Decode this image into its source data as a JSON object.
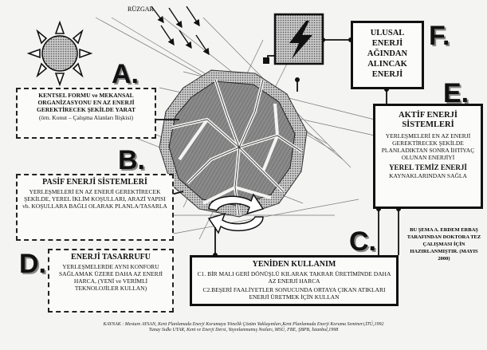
{
  "wind_label": "RÜZGAR",
  "box_a": {
    "letter": "A.",
    "title": "KENTSEL FORMU ve MEKANSAL ORGANİZASYONU EN AZ ENERJİ GEREKTİRECEK ŞEKİLDE YARAT",
    "subtitle": "(örn. Konut – Çalışma Alanları İlişkisi)"
  },
  "box_b": {
    "letter": "B.",
    "title": "PASİF ENERJİ SİSTEMLERİ",
    "body": "YERLEŞMELERİ EN AZ ENERJİ GEREKTİRECEK ŞEKİLDE, YEREL İKLİM KOŞULLARI, ARAZİ YAPISI vb. KOŞULLARA BAĞLI OLARAK PLANLA/TASARLA"
  },
  "box_d": {
    "letter": "D.",
    "title": "ENERJİ TASARRUFU",
    "body": "YERLEŞMELERDE AYNI KONFORU SAĞLAMAK ÜZERE DAHA AZ ENERJİ HARCA, (YENİ ve VERİMLİ TEKNOLOJİLER KULLAN)"
  },
  "box_f": {
    "letter": "F.",
    "title": "ULUSAL ENERJİ AĞINDAN ALINCAK ENERJİ"
  },
  "box_e": {
    "letter": "E.",
    "title": "AKTİF ENERJİ SİSTEMLERİ",
    "body": "YERLEŞMELERİ EN AZ ENERJİ GEREKTİRECEK ŞEKİLDE PLANLADIKTAN SONRA İHTİYAÇ OLUNAN ENERJİYİ",
    "emphasis": "YEREL TEMİZ ENERJİ",
    "tail": "KAYNAKLARINDAN SAĞLA"
  },
  "box_c": {
    "letter": "C.",
    "title": "YENİDEN KULLANIM",
    "c1": "C1. BİR MALI GERİ DÖNÜŞLÜ KILARAK TAKRAR ÜRETİMİNDE DAHA AZ ENERJİ HARCA",
    "c2": "C2.BEŞERİ FAALİYETLER SONUCUNDA ORTAYA ÇIKAN ATIKLARI ENERJİ ÜRETMEK İÇİN KULLAN"
  },
  "credit": "BU ŞEMA A. ERDEM ERBAŞ TARAFINDAN DOKTORA TEZ ÇALIŞMASI İÇİN HAZIRLANMIŞTIR. (MAYIS 2000)",
  "source_line1": "KAYNAK : Mesture AYSAN, Kent Planlamada Enerji Korumaya Yönelik Çözüm Yaklaşımları,Kent Planlamada Enerji Koruma Semineri,İTÜ,1992",
  "source_line2": "Tunay Sıdkı UTAR, Kent ve Enerji Dersi, Yayınlanmamış Notları, MSÜ, FBE, ŞBPB, İstanbul,1998",
  "colors": {
    "ink": "#111111",
    "paper": "#f4f4f2",
    "city_fill": "#7d7d7d",
    "ring": "#b8b8b8"
  },
  "icons": [
    "sun-icon",
    "lightning-icon",
    "cycle-arrows-icon",
    "wind-arrow-icon"
  ]
}
